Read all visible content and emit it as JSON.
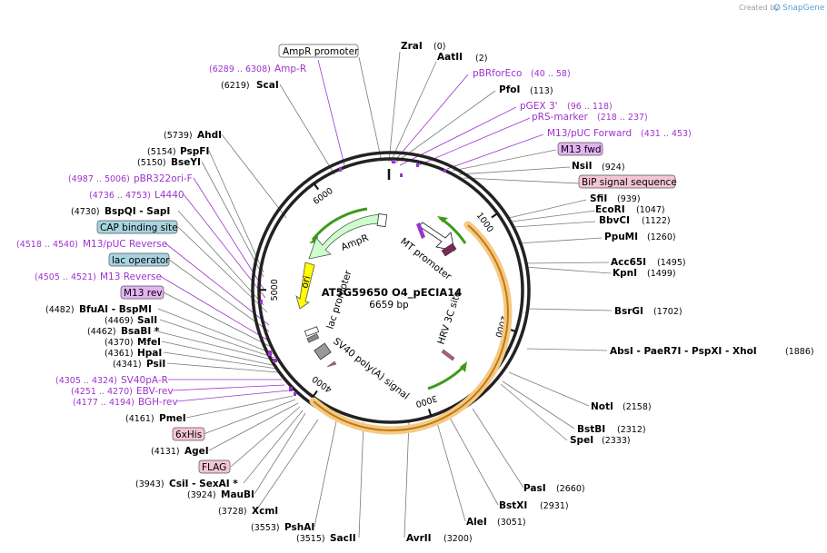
{
  "credit": {
    "prefix": "Created by",
    "brand": "SnapGene"
  },
  "plasmid": {
    "name": "AT5G59650 O4_pECIA14",
    "length": "6659 bp",
    "length_bp": 6659
  },
  "ticks": [
    {
      "pos": 1000,
      "label": "1000"
    },
    {
      "pos": 2000,
      "label": "2000"
    },
    {
      "pos": 3000,
      "label": "3000"
    },
    {
      "pos": 4000,
      "label": "4000"
    },
    {
      "pos": 5000,
      "label": "5000"
    },
    {
      "pos": 6000,
      "label": "6000"
    }
  ],
  "inner_features": [
    {
      "name": "AmpR",
      "color": "#ccffcc",
      "kind": "arrow"
    },
    {
      "name": "ori",
      "color": "#ffff00",
      "kind": "arrow"
    },
    {
      "name": "lac promoter",
      "color": "#ffffff",
      "kind": "label"
    },
    {
      "name": "MT promoter",
      "color": "#ffffff",
      "kind": "label"
    },
    {
      "name": "HRV 3C site",
      "color": "#993366",
      "kind": "label"
    },
    {
      "name": "SV40 poly(A) signal",
      "color": "#999999",
      "kind": "label"
    }
  ],
  "sites_right": [
    {
      "name": "ZraI",
      "pos": "(0)"
    },
    {
      "name": "AatII",
      "pos": "(2)"
    },
    {
      "name": "PfoI",
      "pos": "(113)"
    },
    {
      "name": "NsiI",
      "pos": "(924)"
    },
    {
      "name": "SfiI",
      "pos": "(939)"
    },
    {
      "name": "EcoRI",
      "pos": "(1047)"
    },
    {
      "name": "BbvCI",
      "pos": "(1122)"
    },
    {
      "name": "PpuMI",
      "pos": "(1260)"
    },
    {
      "name": "Acc65I",
      "pos": "(1495)"
    },
    {
      "name": "KpnI",
      "pos": "(1499)"
    },
    {
      "name": "BsrGI",
      "pos": "(1702)"
    },
    {
      "name": "AbsI - PaeR7I - PspXI - XhoI",
      "pos": "(1886)"
    },
    {
      "name": "NotI",
      "pos": "(2158)"
    },
    {
      "name": "BstBI",
      "pos": "(2312)"
    },
    {
      "name": "SpeI",
      "pos": "(2333)"
    },
    {
      "name": "PasI",
      "pos": "(2660)"
    },
    {
      "name": "BstXI",
      "pos": "(2931)"
    },
    {
      "name": "AleI",
      "pos": "(3051)"
    },
    {
      "name": "AvrII",
      "pos": "(3200)"
    }
  ],
  "features_right": [
    {
      "name": "pBRforEco",
      "pos": "(40 .. 58)"
    },
    {
      "name": "pGEX 3'",
      "pos": "(96 .. 118)"
    },
    {
      "name": "pRS-marker",
      "pos": "(218 .. 237)"
    },
    {
      "name": "M13/pUC Forward",
      "pos": "(431 .. 453)"
    }
  ],
  "boxes_right": [
    {
      "name": "M13 fwd"
    },
    {
      "name": "BiP signal sequence"
    }
  ],
  "sites_left": [
    {
      "name": "ScaI",
      "pos": "(6219)"
    },
    {
      "name": "AhdI",
      "pos": "(5739)"
    },
    {
      "name": "PspFI",
      "pos": "(5154)"
    },
    {
      "name": "BseYI",
      "pos": "(5150)"
    },
    {
      "name": "BspQI - SapI",
      "pos": "(4730)"
    },
    {
      "name": "BfuAI - BspMI",
      "pos": "(4482)"
    },
    {
      "name": "SalI",
      "pos": "(4469)"
    },
    {
      "name": "BsaBI *",
      "pos": "(4462)"
    },
    {
      "name": "MfeI",
      "pos": "(4370)"
    },
    {
      "name": "HpaI",
      "pos": "(4361)"
    },
    {
      "name": "PsiI",
      "pos": "(4341)"
    },
    {
      "name": "PmeI",
      "pos": "(4161)"
    },
    {
      "name": "AgeI",
      "pos": "(4131)"
    },
    {
      "name": "CsiI - SexAI *",
      "pos": "(3943)"
    },
    {
      "name": "MauBI",
      "pos": "(3924)"
    },
    {
      "name": "XcmI",
      "pos": "(3728)"
    },
    {
      "name": "PshAI",
      "pos": "(3553)"
    },
    {
      "name": "SacII",
      "pos": "(3515)"
    }
  ],
  "features_left": [
    {
      "name": "Amp-R",
      "pos": "(6289 .. 6308)"
    },
    {
      "name": "pBR322ori-F",
      "pos": "(4987 .. 5006)"
    },
    {
      "name": "L4440",
      "pos": "(4736 .. 4753)"
    },
    {
      "name": "M13/pUC Reverse",
      "pos": "(4518 .. 4540)"
    },
    {
      "name": "M13 Reverse",
      "pos": "(4505 .. 4521)"
    },
    {
      "name": "SV40pA-R",
      "pos": "(4305 .. 4324)"
    },
    {
      "name": "EBV-rev",
      "pos": "(4251 .. 4270)"
    },
    {
      "name": "BGH-rev",
      "pos": "(4177 .. 4194)"
    }
  ],
  "boxes_left": [
    {
      "name": "AmpR promoter"
    },
    {
      "name": "CAP binding site"
    },
    {
      "name": "lac operator"
    },
    {
      "name": "M13 rev"
    },
    {
      "name": "6xHis"
    },
    {
      "name": "FLAG"
    }
  ],
  "colors": {
    "ring": "#222222",
    "backbone_orange": "#f5c985",
    "arrow_green": "#3c9b1a",
    "feature_purple": "#9d33cc",
    "box_blue": "#a7d4e0",
    "box_pink": "#f3c6d4",
    "box_violet": "#e3b3f2"
  }
}
